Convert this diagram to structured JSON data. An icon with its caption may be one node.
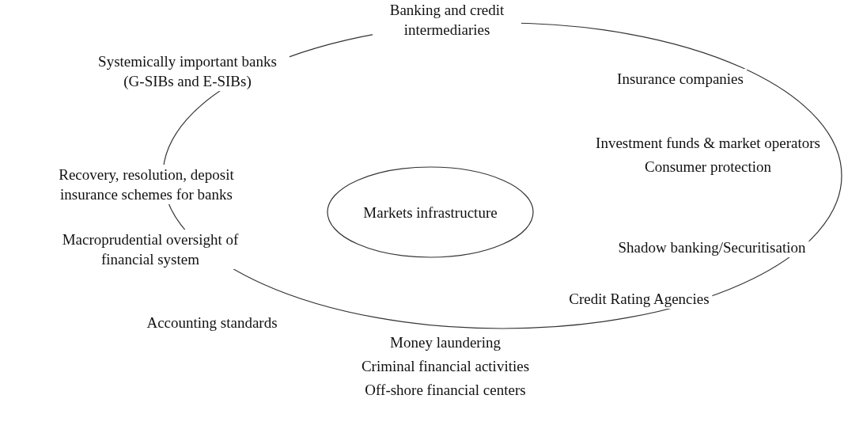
{
  "diagram": {
    "nodes": [
      {
        "text": [],
        "shape": "ellipse"
      },
      {
        "text": [
          "Markets infrastructure"
        ],
        "in": 0
      }
    ],
    "labels": [
      "Banking and credit intermediaries",
      "Systemically important banks (G-SIBs and E-SIBs)",
      "Insurance companies",
      "Investment funds & market operators",
      "Consumer protection",
      "Recovery, resolution, deposit insurance schemes for banks",
      "Macroprudential oversight of financial system",
      "Shadow banking/Securitisation",
      "Credit Rating Agencies",
      "Accounting standards",
      "Money laundering",
      "Criminal financial activities",
      "Off-shore financial centers"
    ]
  }
}
